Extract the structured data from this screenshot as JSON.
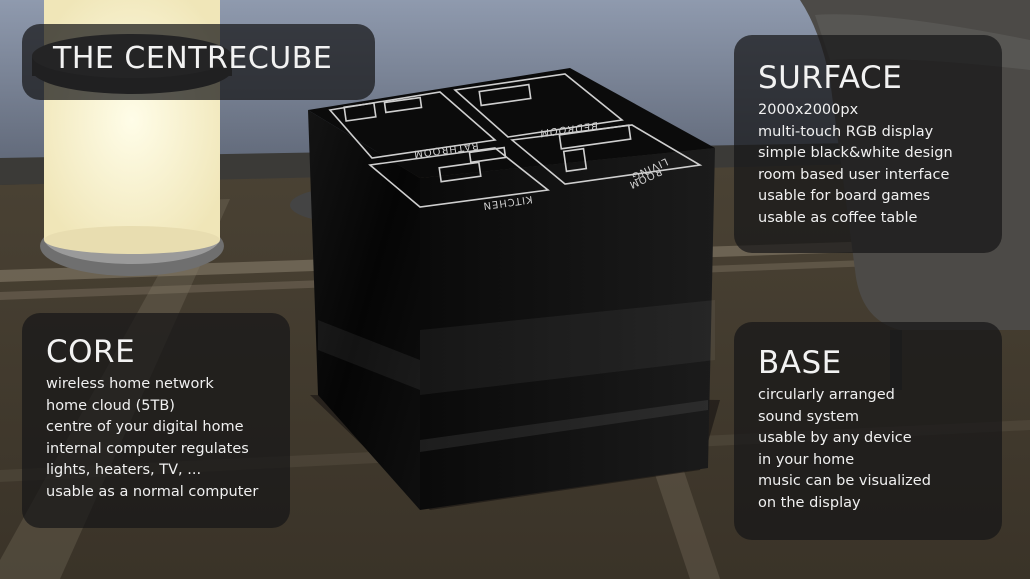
{
  "title": "THE CENTRECUBE",
  "surface": {
    "heading": "SURFACE",
    "lines": [
      "2000x2000px",
      "multi-touch RGB display",
      "simple black&white design",
      "room based user interface",
      "usable for board games",
      "usable as coffee table"
    ]
  },
  "core": {
    "heading": "CORE",
    "lines": [
      "wireless home network",
      "home cloud (5TB)",
      "centre of your digital home",
      "internal computer regulates",
      "lights, heaters, TV, ...",
      "usable as a normal computer"
    ]
  },
  "base": {
    "heading": "BASE",
    "lines": [
      "circularly arranged",
      "sound system",
      "usable by any device",
      "in your home",
      "music can be visualized",
      "on the display"
    ]
  },
  "cube_screen": {
    "rooms": [
      "BATHROOM",
      "BEDROOM",
      "KITCHEN",
      "LIVING ROOM"
    ]
  },
  "colors": {
    "panel_bg": "#161618",
    "text": "#f2f2f2",
    "cube": "#050505",
    "screen_line": "#cfcfcf"
  }
}
